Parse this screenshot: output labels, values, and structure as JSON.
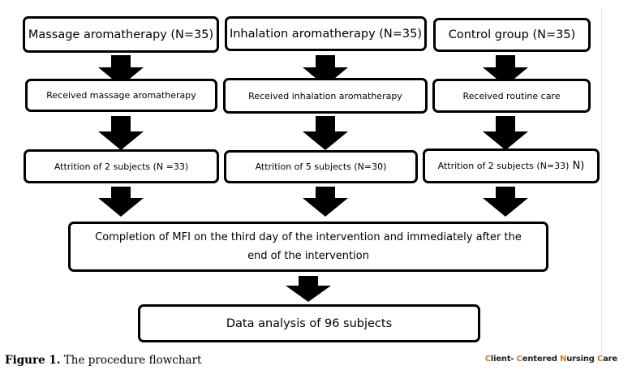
{
  "nodes": {
    "massage_group": "Massage aromatherapy (N=35)",
    "inhalation_group": "Inhalation aromatherapy (N=35)",
    "control_group": "Control group (N=35)",
    "massage_received": "Received massage aromatherapy",
    "inhalation_received": "Received inhalation aromatherapy",
    "control_received": "Received routine care",
    "massage_attrition": "Attrition of 2 subjects (N =33)",
    "inhalation_attrition": "Attrition of 5 subjects (N=30)",
    "control_attrition_text": "Attrition of 2 subjects (N=33)",
    "control_attrition_tail": " N)",
    "completion_line1": "Completion of MFI on the third day of the intervention and immediately after the",
    "completion_line2": "end of the intervention",
    "analysis": "Data analysis of 96 subjects"
  },
  "caption": {
    "label": "Figure 1.",
    "text": " The procedure flowchart"
  },
  "brand": {
    "p1a": "C",
    "p1b": "lient- ",
    "p2a": "C",
    "p2b": "entered ",
    "p3a": "N",
    "p3b": "ursing ",
    "p4a": "C",
    "p4b": "are"
  }
}
